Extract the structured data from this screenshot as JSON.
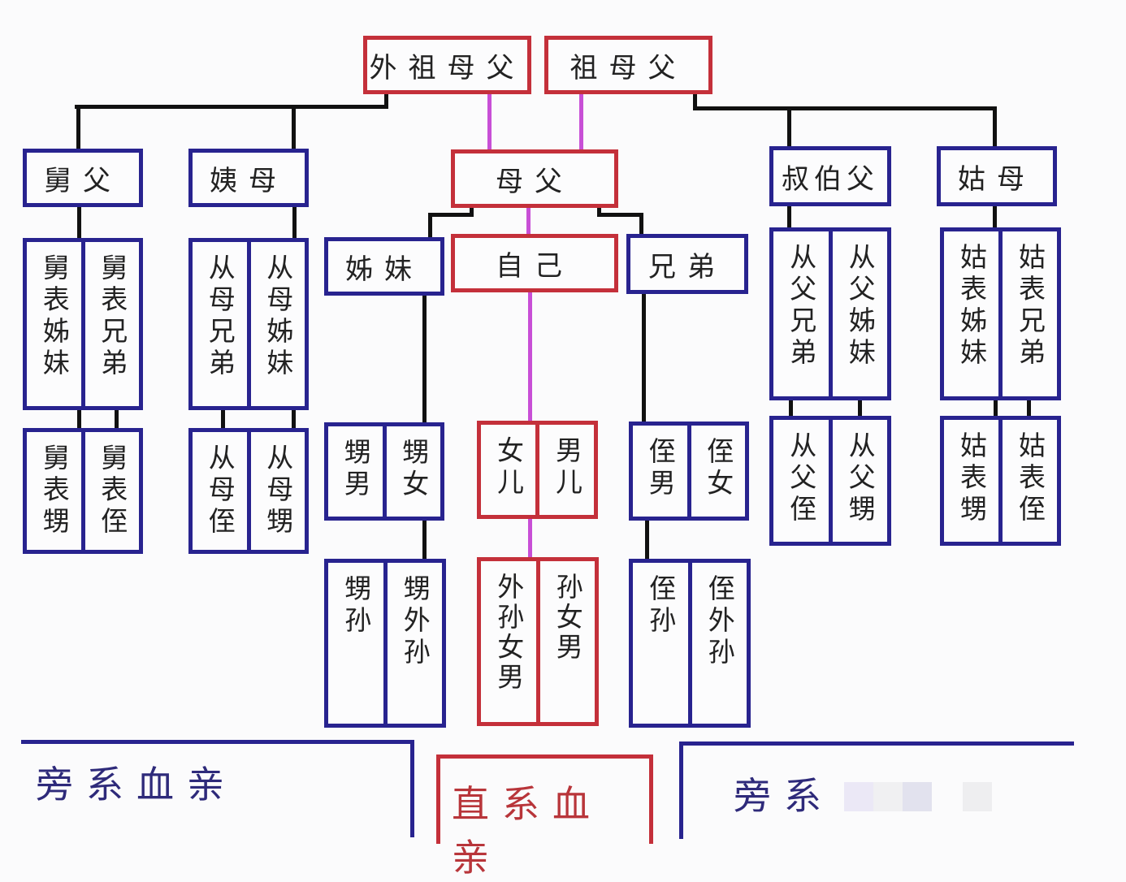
{
  "colors": {
    "direct": "#c4303a",
    "collateral": "#28238f",
    "direct_line": "#c84fd6",
    "branch_line": "#111111"
  },
  "top": {
    "maternal_grandparents": "外祖母父",
    "paternal_grandparents": "祖母父"
  },
  "gen1": {
    "maternal_uncle": "舅父",
    "maternal_aunt": "姨母",
    "parents": "母父",
    "paternal_uncles": "叔伯父",
    "paternal_aunt": "姑母"
  },
  "gen2": {
    "sisters": "姊妹",
    "self": "自己",
    "brothers": "兄弟",
    "jiu_cousins": [
      "舅表姊妹",
      "舅表兄弟"
    ],
    "yi_cousins": [
      "从母兄弟",
      "从母姊妹"
    ],
    "shu_cousins": [
      "从父兄弟",
      "从父姊妹"
    ],
    "gu_cousins": [
      "姑表姊妹",
      "姑表兄弟"
    ]
  },
  "gen3": {
    "jiu_children": [
      "舅表甥",
      "舅表侄"
    ],
    "yi_children": [
      "从母侄",
      "从母甥"
    ],
    "sister_children": [
      "甥男",
      "甥女"
    ],
    "own_children": [
      "女儿",
      "男儿"
    ],
    "brother_children": [
      "侄男",
      "侄女"
    ],
    "shu_children": [
      "从父侄",
      "从父甥"
    ],
    "gu_children": [
      "姑表甥",
      "姑表侄"
    ]
  },
  "gen4": {
    "sister_grandchildren": [
      "甥孙",
      "甥外孙"
    ],
    "own_grandchildren": [
      "外孙女男",
      "孙女男"
    ],
    "brother_grandchildren": [
      "侄孙",
      "侄外孙"
    ]
  },
  "legend": {
    "left": "旁系血亲",
    "center": "直系血亲",
    "right": "旁系"
  }
}
